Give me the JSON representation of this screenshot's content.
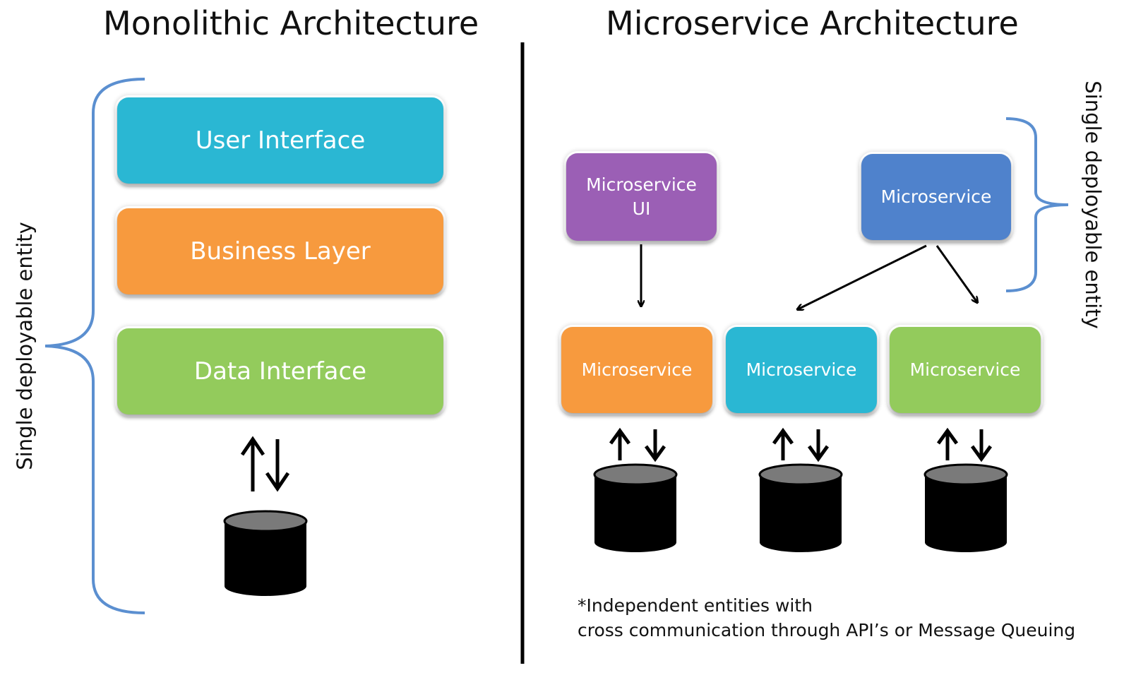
{
  "monolithic": {
    "title": "Monolithic Architecture",
    "side_label": "Single deployable entity",
    "layers": [
      {
        "label": "User Interface",
        "color": "#2ab7d3"
      },
      {
        "label": "Business Layer",
        "color": "#f79a3e"
      },
      {
        "label": "Data Interface",
        "color": "#93cb5c"
      }
    ]
  },
  "microservice": {
    "title": "Microservice Architecture",
    "side_label": "Single deployable entity",
    "ui_service": {
      "label": "Microservice\nUI",
      "color": "#9b5fb5"
    },
    "top_service": {
      "label": "Microservice",
      "color": "#4f82cc"
    },
    "services": [
      {
        "label": "Microservice",
        "color": "#f79a3e"
      },
      {
        "label": "Microservice",
        "color": "#2ab7d3"
      },
      {
        "label": "Microservice",
        "color": "#93cb5c"
      }
    ],
    "note_line1": "*Independent entities with",
    "note_line2": "cross communication through API’s or Message Queuing"
  },
  "colors": {
    "bracket": "#5b8fd0",
    "divider": "#000000",
    "db_body": "#000000",
    "db_top": "#7a7a7a"
  }
}
